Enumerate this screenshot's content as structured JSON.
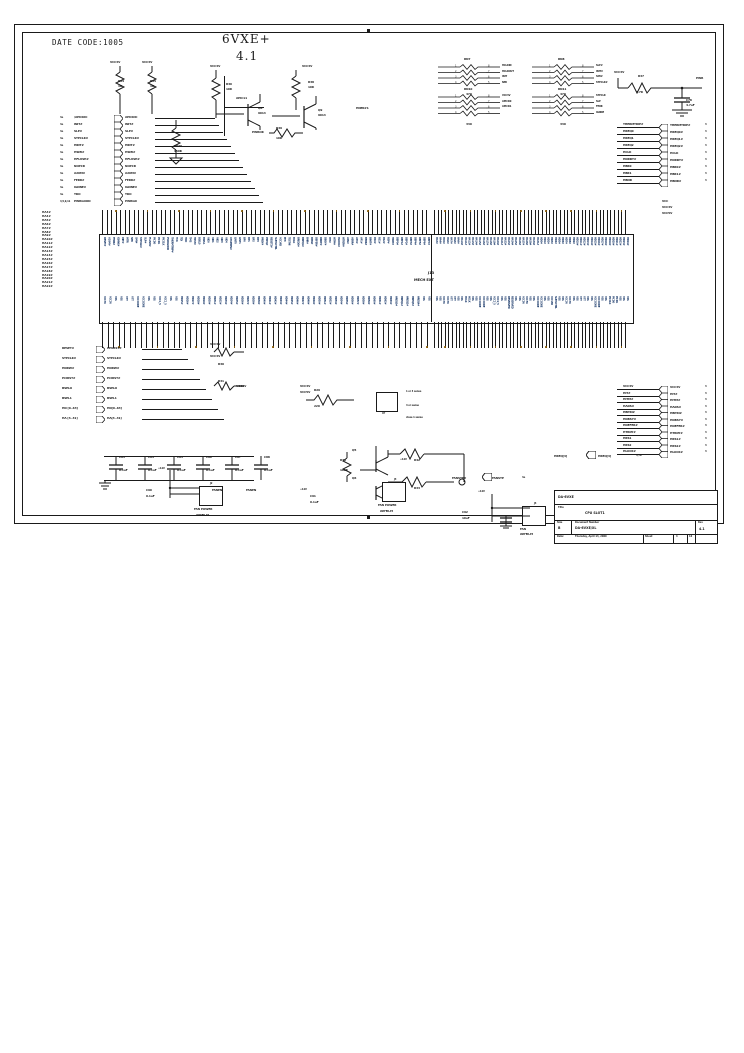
{
  "sheet": {
    "date_code": "DATE CODE:1005",
    "title": "6VXE+",
    "revision_title": "4.1"
  },
  "title_block": {
    "company": "DA-6VXE",
    "title_label": "Title",
    "title_value": "CPU SLOT1",
    "size_label": "Size",
    "size_value": "B",
    "docnum_label": "Document Number",
    "docnum_value": "DA-6VXE/XL",
    "rev_label": "Rev",
    "rev_value": "4.1",
    "date_label": "Date:",
    "date_value": "Thursday, April 13, 2000",
    "sheet_label": "Sheet",
    "sheet_value": "4",
    "of_label": "of",
    "of_value": "16"
  },
  "main_connector": {
    "refdes": "J13",
    "name": "MECH EXT",
    "top_pins_left": [
      "RESET#",
      "A20M#",
      "FERR#",
      "IGNNE#",
      "INIT#",
      "INTR",
      "NMI",
      "SMI#",
      "STPCLK#",
      "SLP#",
      "FLUSH#",
      "PICD0",
      "PICD1",
      "PICCLK",
      "PWRGOOD",
      "THERMTRIP#",
      "TCK",
      "TDI",
      "TDO",
      "TMS",
      "TRST#",
      "BSEL0",
      "BSEL1",
      "VID0",
      "VID1",
      "VID2",
      "VID3",
      "VID4",
      "CPUPRES#",
      "LINT0",
      "LINT1",
      "BP0",
      "BP1",
      "BP2",
      "BP3",
      "PRDY#",
      "PREQ#",
      "RESET2#",
      "SLEWCTRL",
      "VCCVID",
      "EMI",
      "TESTHI",
      "BCLK",
      "BREQ0#",
      "BREQ1#",
      "BNR#",
      "BPRI#",
      "DEFER#",
      "DRDY#",
      "DBSY#",
      "HIT#",
      "HITM#",
      "HLOCK#",
      "HTRDY#",
      "ADS#",
      "AERR#",
      "AP0#",
      "AP1#",
      "BERR#",
      "BINIT#",
      "RS0#",
      "RS1#",
      "RS2#",
      "RSP#",
      "TRDY#",
      "DEP0#",
      "DEP1#",
      "DEP2#",
      "DEP3#",
      "DEP4#",
      "DEP5#",
      "DEP6#",
      "DEP7#"
    ],
    "top_pins_right": [
      "HA3#",
      "HA4#",
      "HA5#",
      "HA6#",
      "HA7#",
      "HA8#",
      "HA9#",
      "HA10#",
      "HA11#",
      "HA12#",
      "HA13#",
      "HA14#",
      "HA15#",
      "HA16#",
      "HA17#",
      "HA18#",
      "HA19#",
      "HA20#",
      "HA21#",
      "HA22#",
      "HA23#",
      "HA24#",
      "HA25#",
      "HA26#",
      "HA27#",
      "HA28#",
      "HA29#",
      "HA30#",
      "HA31#",
      "HD0#",
      "HD1#",
      "HD2#",
      "HD3#",
      "HD4#",
      "HD5#",
      "HD6#",
      "HD7#",
      "HD8#",
      "HD9#",
      "HD10#",
      "HD11#",
      "HD12#",
      "HD13#",
      "HD14#",
      "HD15#",
      "HD16#",
      "HD17#",
      "HD18#",
      "HD19#",
      "HD20#",
      "HD21#",
      "HD22#",
      "HD23#",
      "HD24#"
    ],
    "bottom_pins_left": [
      "VCC3V",
      "VCC3V",
      "VSS",
      "VSS",
      "VTT",
      "VTT",
      "VCCCORE",
      "VCCCORE",
      "VSS",
      "VSS",
      "VCC1_5",
      "VCC1_5",
      "VSS",
      "VSS",
      "HD25#",
      "HD26#",
      "HD27#",
      "HD28#",
      "HD29#",
      "HD30#",
      "HD31#",
      "HD32#",
      "HD33#",
      "HD34#",
      "HD35#",
      "HD36#",
      "HD37#",
      "HD38#",
      "HD39#",
      "HD40#",
      "HD41#",
      "HD42#",
      "HD43#",
      "HD44#",
      "HD45#",
      "HD46#",
      "HD47#",
      "HD48#",
      "HD49#",
      "HD50#",
      "HD51#",
      "HD52#",
      "HD53#",
      "HD54#",
      "HD55#",
      "HD56#",
      "HD57#",
      "HD58#",
      "HD59#",
      "HD60#",
      "HD61#",
      "HD62#",
      "HD63#",
      "HREQ0#",
      "HREQ1#",
      "HREQ2#",
      "HREQ3#",
      "HREQ4#",
      "VSS",
      "VSS"
    ],
    "bottom_pins_right": [
      "VSS",
      "VSS",
      "VCC3V",
      "VCC3V",
      "VTT",
      "VTT",
      "VSS",
      "VSS",
      "HCLK",
      "HCLK",
      "VSS",
      "VSS",
      "VCCCORE",
      "VCCCORE",
      "VSS",
      "VSS",
      "VCC2_5",
      "VCC2_5",
      "VSS",
      "VSS",
      "RESERVED",
      "RESERVED",
      "VSS",
      "VSS",
      "VCC5V",
      "VCC5V",
      "VSS",
      "VSS",
      "VCCCORE",
      "VCCCORE",
      "VSS",
      "VSS",
      "VCCVID",
      "SLEWCTRL",
      "VSS",
      "VSS",
      "VCC3V",
      "VCC3V",
      "VSS",
      "VSS",
      "VTT",
      "VTT",
      "VSS",
      "VSS",
      "VCCCORE",
      "VCCCORE",
      "VSS",
      "VSS",
      "PICCLK",
      "PICD0",
      "PICD1",
      "VSS",
      "VSS",
      "VSS"
    ]
  },
  "left_signals": {
    "header": "HA[3..31]",
    "items": [
      "HA3#",
      "HA4#",
      "HA5#",
      "HA6#",
      "HA7#",
      "HA8#",
      "HA9#",
      "HA10#",
      "HA11#",
      "HA12#",
      "HA13#",
      "HA14#",
      "HA15#",
      "HA16#",
      "HA17#",
      "HA18#",
      "HA19#",
      "HA20#",
      "HA21#",
      "HA22#"
    ]
  },
  "left_nets": [
    {
      "sheet_ref": "3e",
      "label": "/APICDIC",
      "net": "APICDIC"
    },
    {
      "sheet_ref": "3e",
      "label": "INIT#",
      "net": "INIT#"
    },
    {
      "sheet_ref": "3e",
      "label": "SLP#",
      "net": "SLP#"
    },
    {
      "sheet_ref": "3e",
      "label": "STPCLK#",
      "net": "STPCLK#"
    },
    {
      "sheet_ref": "3e",
      "label": "HINT#",
      "net": "HINT#"
    },
    {
      "sheet_ref": "3e",
      "label": "HSMI#",
      "net": "HSMI#"
    },
    {
      "sheet_ref": "3e",
      "label": "HFLUSH#",
      "net": "HFLUSH#"
    },
    {
      "sheet_ref": "3e",
      "label": "NOPCR",
      "net": "NOPCR"
    },
    {
      "sheet_ref": "3e",
      "label": "A20M#",
      "net": "A20M#"
    },
    {
      "sheet_ref": "3e",
      "label": "FERR#",
      "net": "FERR#"
    },
    {
      "sheet_ref": "3e",
      "label": "IGNNE#",
      "net": "IGNNE#"
    },
    {
      "sheet_ref": "3e",
      "label": "TDO",
      "net": "TDO"
    },
    {
      "sheet_ref": "4,5,9,11",
      "label": "PWRGOOD",
      "net": "PWRGD"
    }
  ],
  "left_bottom_nets": [
    {
      "label": "RESET#",
      "net": "CPURST#"
    },
    {
      "label": "STPCLK#",
      "net": "STPCLK#"
    },
    {
      "label": "HDRW#",
      "net": "HDRW#"
    },
    {
      "label": "PCIRST#",
      "net": "PCIRST#"
    },
    {
      "label": "BSELO",
      "net": "BSELO"
    },
    {
      "label": "BSEL1",
      "net": "BSEL1"
    },
    {
      "label": "HD [0..63]",
      "net": "HD[0..63]"
    },
    {
      "label": "HA [3..31]",
      "net": "HA[3..31]"
    }
  ],
  "right_offpage_top": [
    {
      "net": "THERMTRIP#",
      "ref": "THERMTRIP#",
      "sheet": "3"
    },
    {
      "net": "HREQ0",
      "ref": "HREQ0#",
      "sheet": "3"
    },
    {
      "net": "HREQ1",
      "ref": "HREQ1#",
      "sheet": "3"
    },
    {
      "net": "HREQ2",
      "ref": "HREQ2#",
      "sheet": "3"
    },
    {
      "net": "HCLK",
      "ref": "HCLK",
      "sheet": "3"
    },
    {
      "net": "HDRDY#",
      "ref": "HDRDY#",
      "sheet": "3"
    },
    {
      "net": "HBR0",
      "ref": "HBR0#",
      "sheet": "3"
    },
    {
      "net": "HBR1",
      "ref": "HBR1#",
      "sheet": "3"
    },
    {
      "net": "HBNR",
      "ref": "HBNR#",
      "sheet": "3"
    }
  ],
  "right_offpage_bottom": [
    {
      "net": "VCC3V",
      "ref": "VCC3V",
      "sheet": "3"
    },
    {
      "net": "HIT#",
      "ref": "HIT#",
      "sheet": "3"
    },
    {
      "net": "HITM#",
      "ref": "HITM#",
      "sheet": "3"
    },
    {
      "net": "HADS#",
      "ref": "HADS#",
      "sheet": "3"
    },
    {
      "net": "HBPRI#",
      "ref": "HBPRI#",
      "sheet": "3"
    },
    {
      "net": "HDBSY#",
      "ref": "HDBSY#",
      "sheet": "3"
    },
    {
      "net": "HDEFER#",
      "ref": "HDEFER#",
      "sheet": "3"
    },
    {
      "net": "HTRDY#",
      "ref": "HTRDY#",
      "sheet": "3"
    },
    {
      "net": "HRS1",
      "ref": "HRS1#",
      "sheet": "3"
    },
    {
      "net": "HRS2",
      "ref": "HRS2#",
      "sheet": "3"
    },
    {
      "net": "HLOCK#",
      "ref": "HLOCK#",
      "sheet": "3"
    }
  ],
  "resistor_networks": [
    {
      "refdes": "RN7",
      "value": "470",
      "pins": [
        "HCLKIN",
        "HCLKOUT",
        "INIT",
        "NMI"
      ]
    },
    {
      "refdes": "RN8",
      "value": "470",
      "pins": [
        "SLP#",
        "INIT#",
        "SMI#",
        "STPCLK#"
      ]
    },
    {
      "refdes": "RN10",
      "value": "330",
      "pins": [
        "VCC3V",
        "APICD0",
        "APICD1"
      ]
    },
    {
      "refdes": "RN11",
      "value": "330",
      "pins": [
        "STPCLK",
        "SLP",
        "FERR",
        "IGNNE"
      ]
    }
  ],
  "discretes": [
    {
      "refdes": "R34",
      "value": "1K"
    },
    {
      "refdes": "R35",
      "value": "1K"
    },
    {
      "refdes": "R36",
      "value": "10K"
    },
    {
      "refdes": "R37",
      "value": "4.7K"
    },
    {
      "refdes": "R38",
      "value": "10K"
    },
    {
      "refdes": "R39",
      "value": "10K"
    },
    {
      "refdes": "R40",
      "value": "1K"
    },
    {
      "refdes": "R41",
      "value": "1K"
    },
    {
      "refdes": "R42",
      "value": "4.7K"
    },
    {
      "refdes": "R33",
      "value": "100K"
    },
    {
      "refdes": "R31",
      "value": "1K"
    },
    {
      "refdes": "R32",
      "value": "47K"
    },
    {
      "refdes": "RP20",
      "value": "150K"
    },
    {
      "refdes": "R30",
      "value": "10K"
    },
    {
      "refdes": "R29",
      "value": "220"
    }
  ],
  "transistors": [
    {
      "refdes": "Q8",
      "value": "9014"
    },
    {
      "refdes": "Q9",
      "value": "9014"
    },
    {
      "refdes": "Q5",
      "value": "9014"
    },
    {
      "refdes": "Q6",
      "value": "9014"
    },
    {
      "refdes": "Q7",
      "value": "9014"
    }
  ],
  "capacitors_row": [
    {
      "refdes": "C83",
      "value": "0.1uF"
    },
    {
      "refdes": "C84",
      "value": "0.1uF"
    },
    {
      "refdes": "C85",
      "value": "0.1uF"
    },
    {
      "refdes": "C86",
      "value": "0.1uF"
    },
    {
      "refdes": "C87",
      "value": "0.1uF"
    },
    {
      "refdes": "C88",
      "value": "0.1uF"
    }
  ],
  "misc_caps": [
    {
      "refdes": "C90",
      "value": "0.1uF"
    },
    {
      "refdes": "C91",
      "value": "0.1uF"
    },
    {
      "refdes": "C92",
      "value": "10uF"
    },
    {
      "refdes": "C93",
      "value": "0.1uF"
    },
    {
      "refdes": "C78",
      "value": "4.7uF"
    }
  ],
  "fan_connectors": [
    {
      "refdes": "J2",
      "name": "FAN POWER",
      "footprint": "WAFER-P3"
    },
    {
      "refdes": "J3",
      "name": "FAN POWER",
      "footprint": "WAFER-P3"
    },
    {
      "refdes": "J4",
      "name": "FAN",
      "footprint": "WAFER-P3"
    }
  ],
  "fan_nets": [
    "FANSTP",
    "FANEN",
    "FANSTP#",
    "+12V",
    "VCC5V"
  ],
  "notes": {
    "n1": "1 or 3 sense",
    "n2": "4 or sense",
    "n3": "close 1 sense"
  }
}
